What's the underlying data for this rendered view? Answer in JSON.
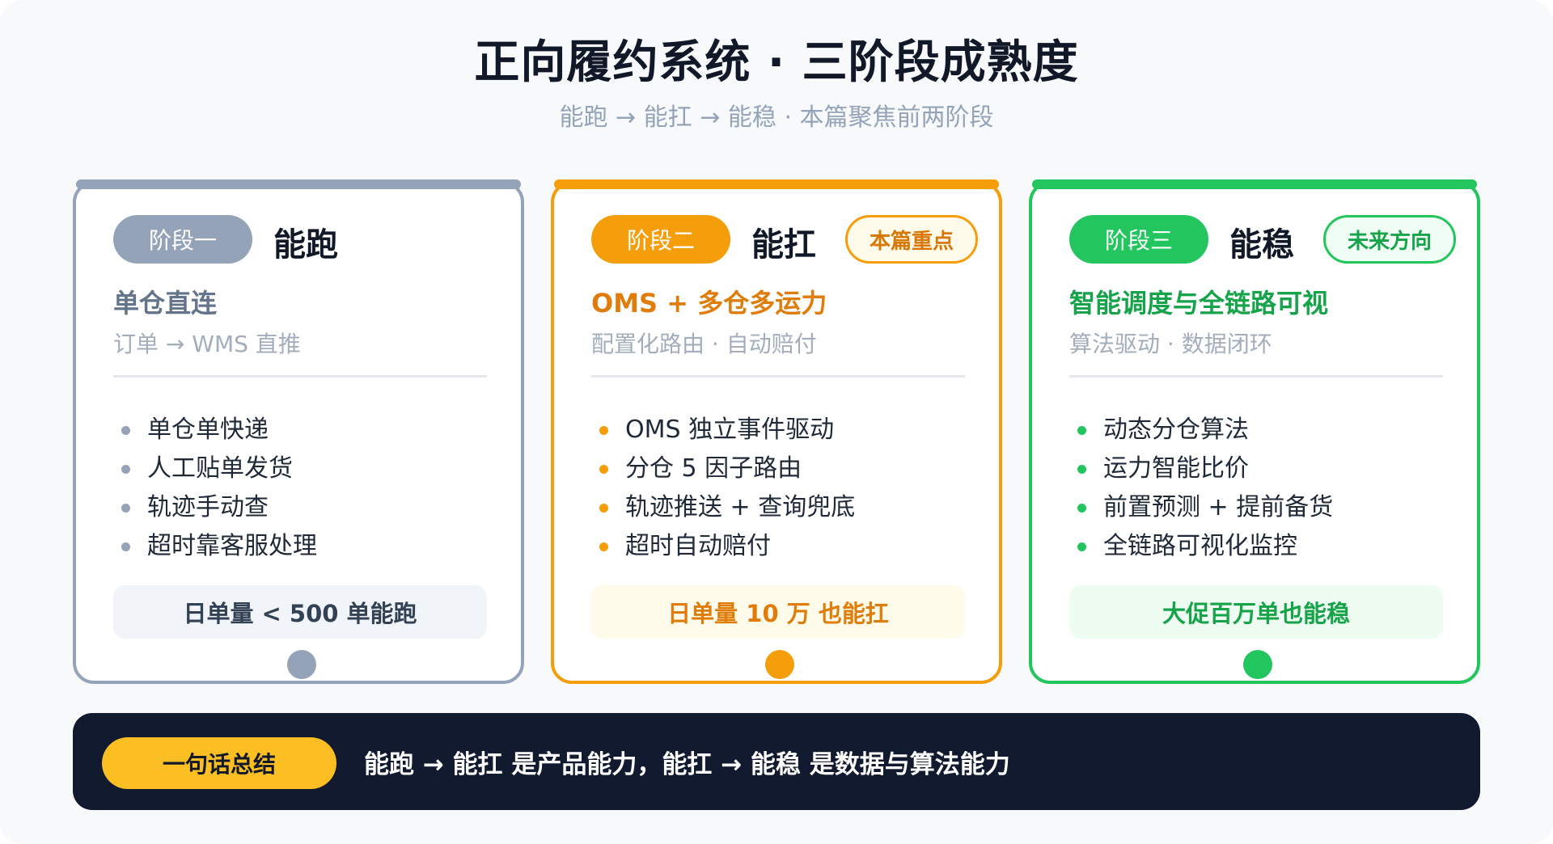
{
  "title": "正向履约系统 · 三阶段成熟度",
  "subtitle": "能跑 → 能扛 → 能稳 · 本篇聚焦前两阶段",
  "colors": {
    "stage1": "#94a3b8",
    "stage2": "#f59e0b",
    "stage3": "#22c55e",
    "summary_bg": "#111a2e",
    "summary_badge": "#fbbf24"
  },
  "stages": [
    {
      "pill": "阶段一",
      "name": "能跑",
      "headline": "单仓直连",
      "sub": "订单 → WMS 直推",
      "bullets": [
        "单仓单快递",
        "人工贴单发货",
        "轨迹手动查",
        "超时靠客服处理"
      ],
      "footer": "日单量 < 500 单能跑"
    },
    {
      "pill": "阶段二",
      "name": "能扛",
      "tag": "本篇重点",
      "headline": "OMS + 多仓多运力",
      "sub": "配置化路由 · 自动赔付",
      "bullets": [
        "OMS 独立事件驱动",
        "分仓 5 因子路由",
        "轨迹推送 + 查询兜底",
        "超时自动赔付"
      ],
      "footer": "日单量 10 万 也能扛"
    },
    {
      "pill": "阶段三",
      "name": "能稳",
      "tag": "未来方向",
      "headline": "智能调度与全链路可视",
      "sub": "算法驱动 · 数据闭环",
      "bullets": [
        "动态分仓算法",
        "运力智能比价",
        "前置预测 + 提前备货",
        "全链路可视化监控"
      ],
      "footer": "大促百万单也能稳"
    }
  ],
  "summary": {
    "badge": "一句话总结",
    "text": "能跑 → 能扛 是产品能力，能扛 → 能稳 是数据与算法能力"
  }
}
